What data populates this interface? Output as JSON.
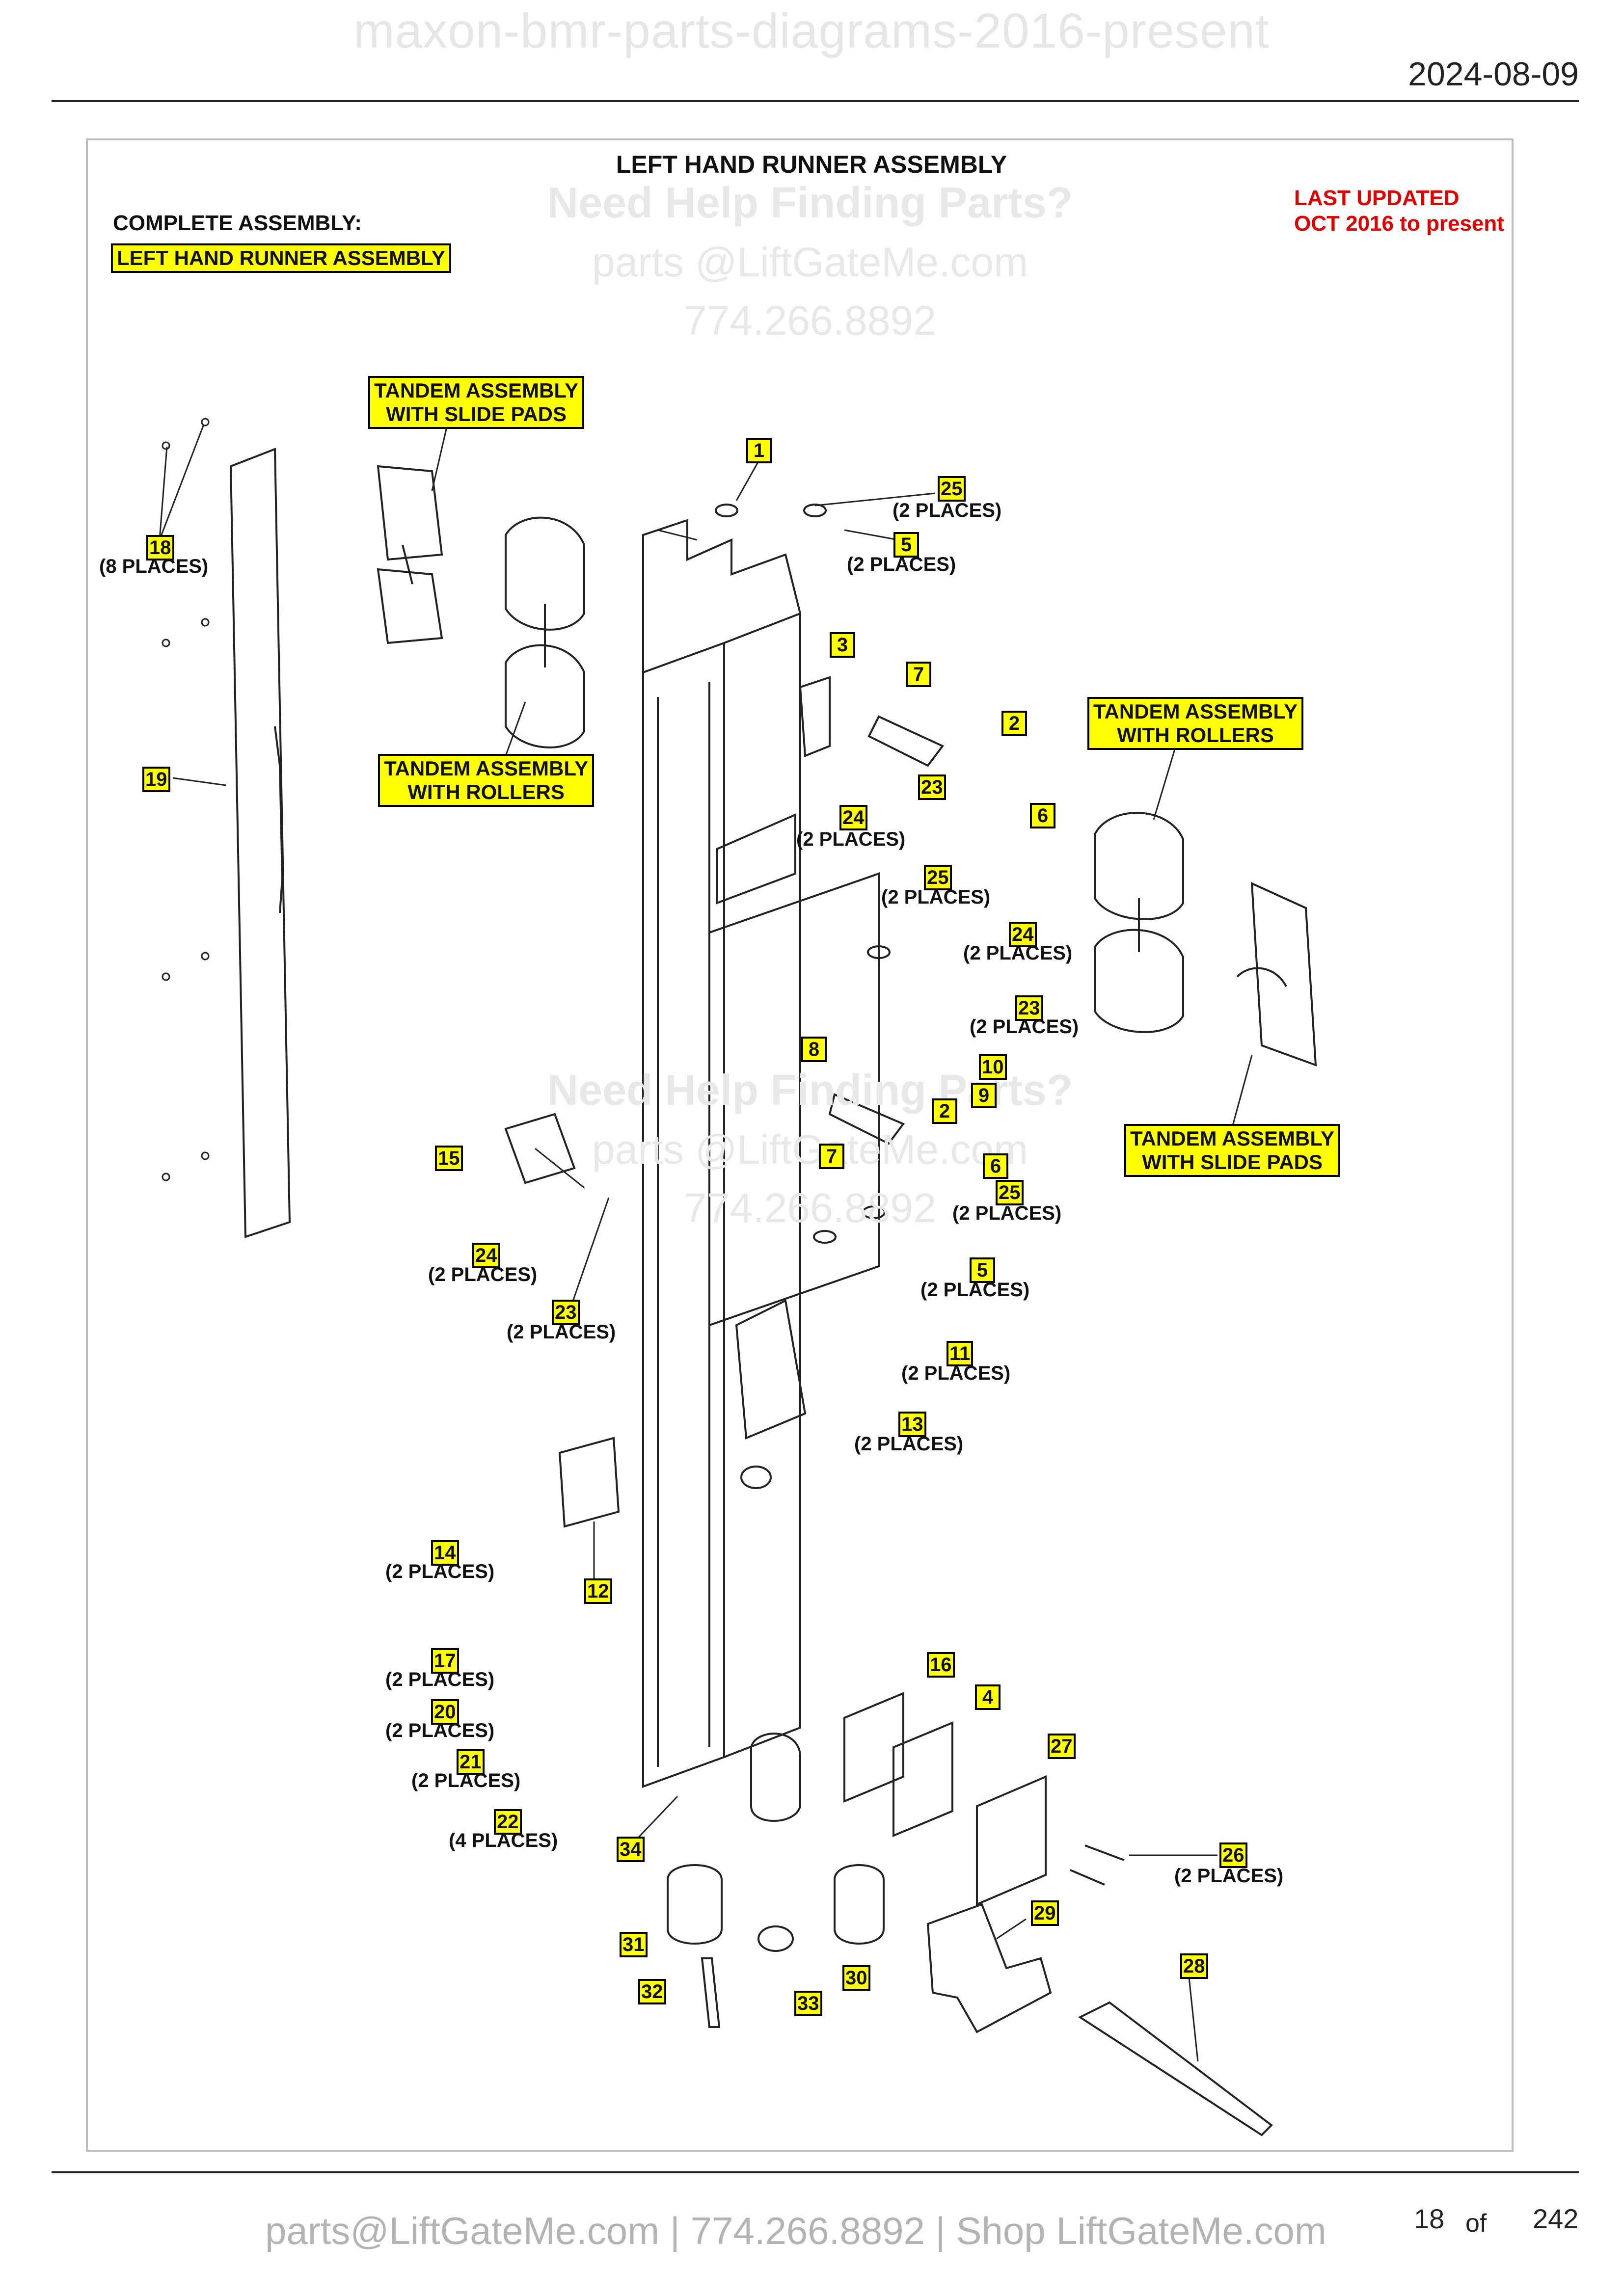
{
  "header": {
    "watermark": "maxon-bmr-parts-diagrams-2016-present",
    "date": "2024-08-09"
  },
  "diagram": {
    "title": "LEFT HAND RUNNER ASSEMBLY",
    "complete_label": "COMPLETE ASSEMBLY:",
    "complete_value": "LEFT HAND RUNNER ASSEMBLY",
    "last_updated_1": "LAST UPDATED",
    "last_updated_2": "OCT 2016 to present",
    "help_1": "Need Help Finding Parts?",
    "help_2": "parts @LiftGateMe.com",
    "help_3": "774.266.8892",
    "help_mid_1": "Need Help Finding Parts?",
    "help_mid_2": "parts @LiftGateMe.com",
    "help_mid_3": "774.266.8892",
    "tags": {
      "tandem_slide_top_1": "TANDEM ASSEMBLY",
      "tandem_slide_top_2": "WITH SLIDE PADS",
      "tandem_rollers_left_1": "TANDEM ASSEMBLY",
      "tandem_rollers_left_2": "WITH ROLLERS",
      "tandem_rollers_right_1": "TANDEM ASSEMBLY",
      "tandem_rollers_right_2": "WITH ROLLERS",
      "tandem_slide_right_1": "TANDEM ASSEMBLY",
      "tandem_slide_right_2": "WITH SLIDE PADS"
    },
    "callouts": {
      "c1": "1",
      "c25a": "25",
      "c5a": "5",
      "c3": "3",
      "c7a": "7",
      "c2a": "2",
      "c23a": "23",
      "c6a": "6",
      "c24a": "24",
      "c18": "18",
      "c19": "19",
      "c25b": "25",
      "c24b": "24",
      "c23b": "23",
      "c8": "8",
      "c10": "10",
      "c9": "9",
      "c2b": "2",
      "c7b": "7",
      "c6b": "6",
      "c25c": "25",
      "c5b": "5",
      "c15": "15",
      "c24c": "24",
      "c23c": "23",
      "c11": "11",
      "c13": "13",
      "c14": "14",
      "c12": "12",
      "c17": "17",
      "c20": "20",
      "c21": "21",
      "c22": "22",
      "c16": "16",
      "c4": "4",
      "c27": "27",
      "c26": "26",
      "c34": "34",
      "c29": "29",
      "c28": "28",
      "c31": "31",
      "c30": "30",
      "c32": "32",
      "c33": "33"
    },
    "qty": {
      "p25a": "(2 PLACES)",
      "p5a": "(2 PLACES)",
      "p18": "(8 PLACES)",
      "p24a": "(2 PLACES)",
      "p25b": "(2 PLACES)",
      "p24b": "(2 PLACES)",
      "p23b": "(2 PLACES)",
      "p25c": "(2 PLACES)",
      "p24c": "(2 PLACES)",
      "p5b": "(2 PLACES)",
      "p23c": "(2 PLACES)",
      "p11": "(2 PLACES)",
      "p13": "(2 PLACES)",
      "p14": "(2 PLACES)",
      "p17": "(2 PLACES)",
      "p20": "(2 PLACES)",
      "p21": "(2 PLACES)",
      "p22": "(4 PLACES)",
      "p26": "(2 PLACES)"
    }
  },
  "footer": {
    "contact": "parts@LiftGateMe.com | 774.266.8892 | Shop LiftGateMe.com",
    "page_current": "18",
    "page_of": "of",
    "page_total": "242"
  }
}
